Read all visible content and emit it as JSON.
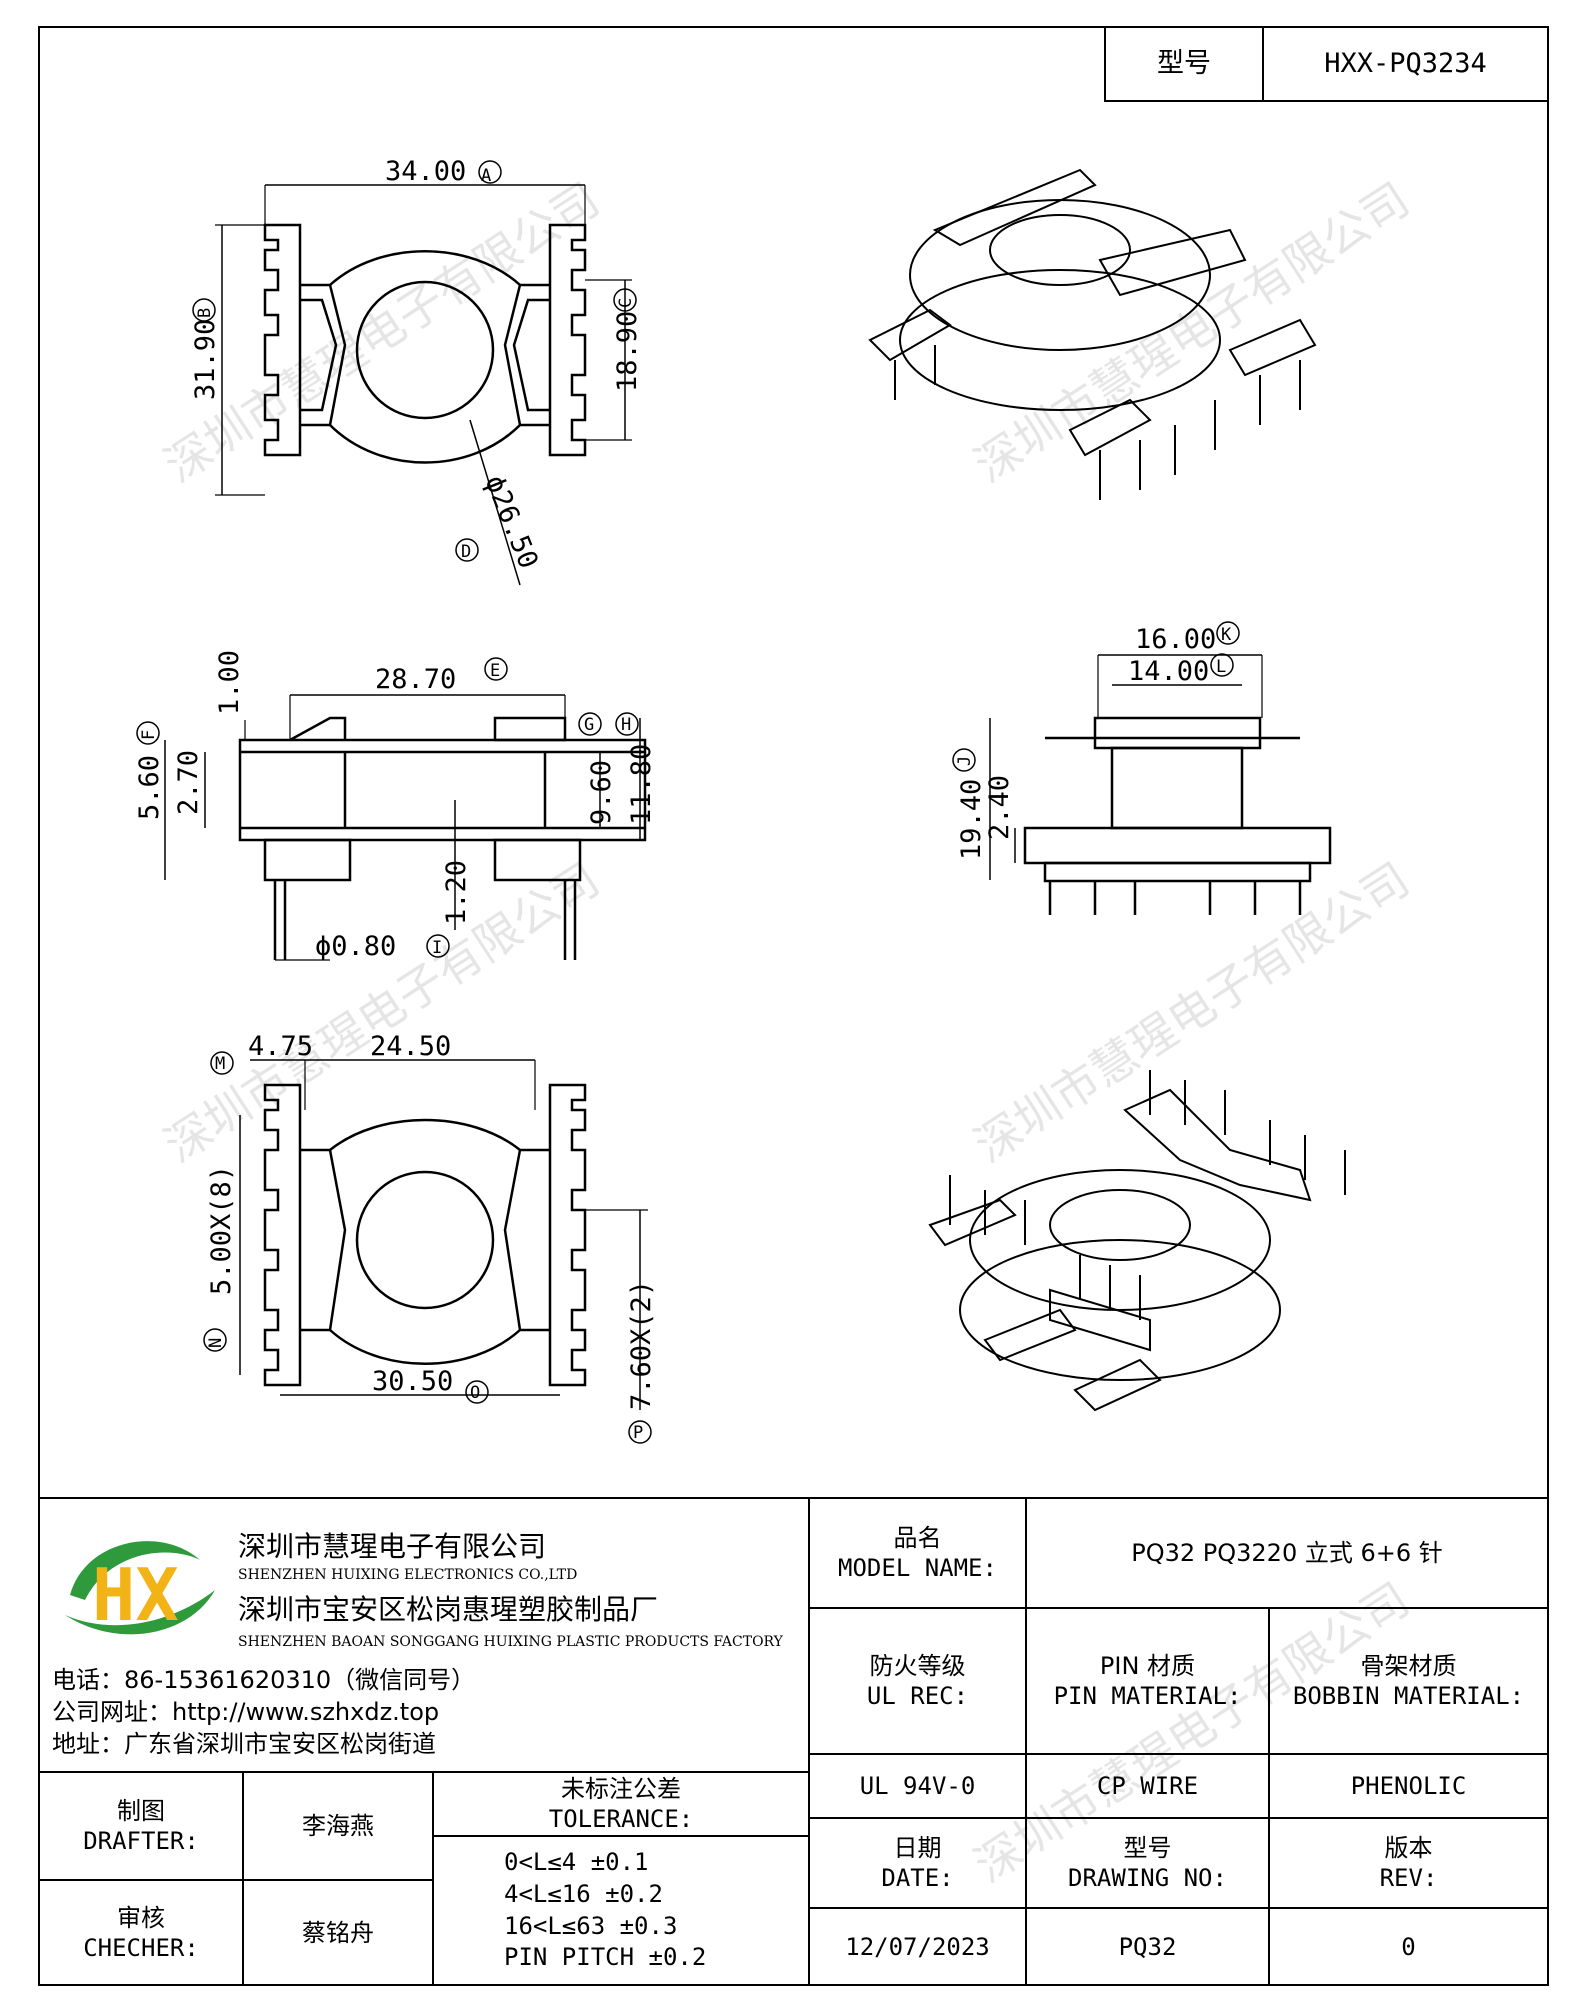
{
  "header": {
    "model_label": "型号",
    "model_value": "HXX-PQ3234"
  },
  "watermark_text": "深圳市慧瑆电子有限公司",
  "dimensions": {
    "top_view": {
      "a": "34.00",
      "a_tag": "A",
      "b": "31.90",
      "b_tag": "B",
      "c": "18.90",
      "c_tag": "C",
      "d": "ϕ26.50",
      "d_tag": "D"
    },
    "side_view": {
      "top_gap": "1.00",
      "e": "28.70",
      "e_tag": "E",
      "f": "5.60",
      "f_tag": "F",
      "f2": "2.70",
      "g_tag": "G",
      "h_tag": "H",
      "g": "9.60",
      "h": "11.80",
      "pin_len": "1.20",
      "pin_dia": "ϕ0.80",
      "i_tag": "I"
    },
    "front_view": {
      "k": "16.00",
      "k_tag": "K",
      "l": "14.00",
      "l_tag": "L",
      "j": "19.40",
      "j_tag": "J",
      "j2": "2.40"
    },
    "bottom_view": {
      "m_tag": "M",
      "m": "4.75",
      "top_width": "24.50",
      "n": "5.00X(8)",
      "n_tag": "N",
      "o": "30.50",
      "o_tag": "O",
      "p": "7.60X(2)",
      "p_tag": "P"
    }
  },
  "company": {
    "logo_text": "HX",
    "name_cn": "深圳市慧瑆电子有限公司",
    "name_en": "SHENZHEN HUIXING ELECTRONICS CO.,LTD",
    "factory_cn": "深圳市宝安区松岗惠瑆塑胶制品厂",
    "factory_en": "SHENZHEN BAOAN SONGGANG HUIXING PLASTIC PRODUCTS FACTORY",
    "phone": "电话：86-15361620310（微信同号）",
    "website": "公司网址：http://www.szhxdz.top",
    "address": "地址：广东省深圳市宝安区松岗街道"
  },
  "title_block": {
    "model_name_cn": "品名",
    "model_name_en": "MODEL NAME:",
    "model_name_value": "PQ32 PQ3220 立式 6+6 针",
    "ul_cn": "防火等级",
    "ul_en": "UL REC:",
    "pin_cn": "PIN 材质",
    "pin_en": "PIN MATERIAL:",
    "bobbin_cn": "骨架材质",
    "bobbin_en": "BOBBIN MATERIAL:",
    "ul_value": "UL 94V-0",
    "pin_value": "CP WIRE",
    "bobbin_value": "PHENOLIC",
    "drafter_cn": "制图",
    "drafter_en": "DRAFTER:",
    "drafter_name": "李海燕",
    "checker_cn": "审核",
    "checker_en": "CHECHER:",
    "checker_name": "蔡铭舟",
    "tolerance_cn": "未标注公差",
    "tolerance_en": "TOLERANCE:",
    "tolerance_rows": [
      "0<L≤4  ±0.1",
      "4<L≤16 ±0.2",
      "16<L≤63 ±0.3",
      "PIN PITCH ±0.2"
    ],
    "date_cn": "日期",
    "date_en": "DATE:",
    "drawing_cn": "型号",
    "drawing_en": "DRAWING NO:",
    "rev_cn": "版本",
    "rev_en": "REV:",
    "date_value": "12/07/2023",
    "drawing_value": "PQ32",
    "rev_value": "0"
  },
  "colors": {
    "logo_green": "#2e9a3c",
    "logo_yellow": "#f2b316",
    "logo_blue": "#1c6fb0"
  }
}
